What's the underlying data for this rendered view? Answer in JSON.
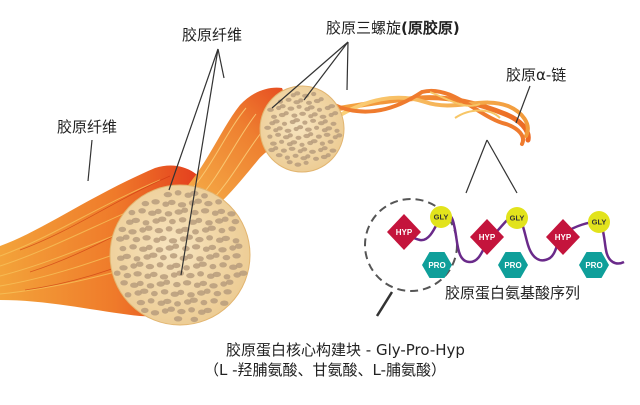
{
  "labels": {
    "fiber_left": "胶原纤维",
    "fiber_top": "胶原纤维",
    "triple_helix_main": "胶原三螺旋",
    "triple_helix_paren": "(原胶原)",
    "alpha_chain": "胶原α-链",
    "sequence": "胶原蛋白氨基酸序列",
    "core_block": "胶原蛋白核心构建块 - Gly-Pro-Hyp",
    "core_block_sub": "（L -羟脯氨酸、甘氨酸、L-脯氨酸）"
  },
  "residues": {
    "hyp": "HYP",
    "gly": "GLY",
    "pro": "PRO"
  },
  "colors": {
    "hyp": "#c4143c",
    "gly": "#e2e31c",
    "pro": "#0f9f9a",
    "chain": "#6a2a8a",
    "fiber_dark": "#e8501e",
    "fiber_light": "#f7b04a",
    "cross_section": "#f2d8a8",
    "fibril_dot": "#b39a7a"
  }
}
